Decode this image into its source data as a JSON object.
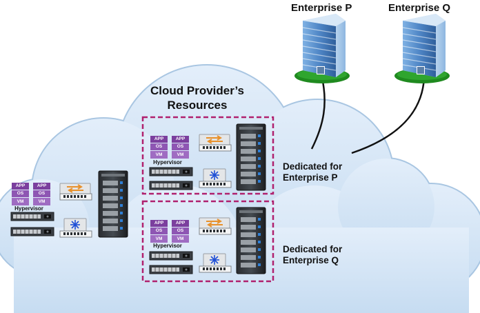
{
  "enterprises": [
    {
      "id": "p",
      "label": "Enterprise P"
    },
    {
      "id": "q",
      "label": "Enterprise Q"
    }
  ],
  "cloud": {
    "title_line1": "Cloud Provider’s",
    "title_line2": "Resources"
  },
  "dedicated": [
    {
      "line1": "Dedicated for",
      "line2": "Enterprise P"
    },
    {
      "line1": "Dedicated for",
      "line2": "Enterprise Q"
    }
  ],
  "stack": {
    "vm_app": "APP",
    "vm_os": "OS",
    "vm_vm": "VM",
    "hypervisor": "Hypervisor"
  },
  "colors": {
    "cloud_fill": "#cfe3f5",
    "cloud_stroke": "#a9c6e2",
    "dedicated_border": "#b0206e",
    "vm_purple": "#7b3f9e",
    "switch_arrow": "#e8912b",
    "star_blue": "#1f4fd6",
    "building_blue": "#4f86c6",
    "lawn_green": "#1f8a1f"
  },
  "icons": [
    "building-icon",
    "server-rack-icon",
    "network-switch-icon",
    "storage-switch-icon",
    "blade-server-icon",
    "vm-stack-icon"
  ]
}
